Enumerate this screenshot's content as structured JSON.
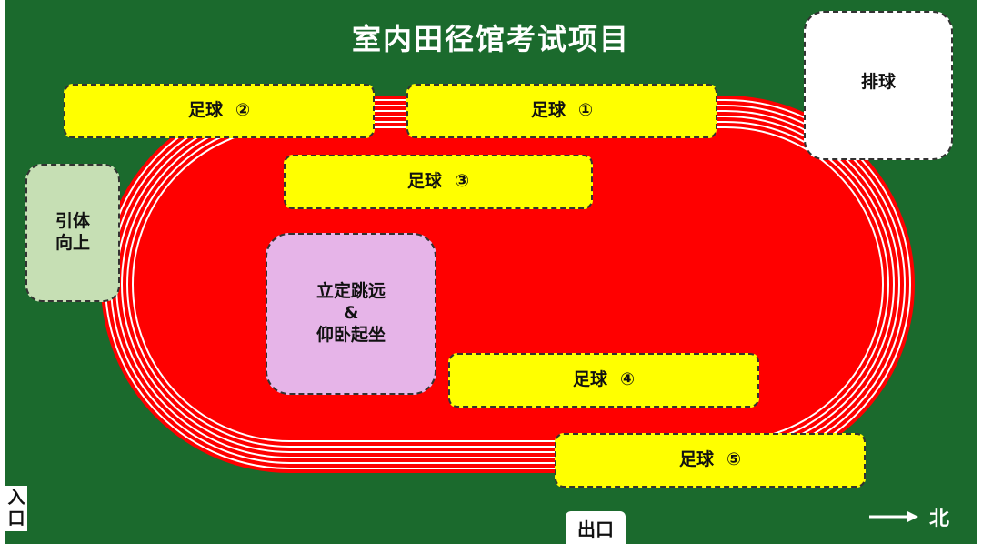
{
  "title": "室内田径馆考试项目",
  "zones": {
    "football_1": {
      "name": "足球",
      "num": "①"
    },
    "football_2": {
      "name": "足球",
      "num": "②"
    },
    "football_3": {
      "name": "足球",
      "num": "③"
    },
    "football_4": {
      "name": "足球",
      "num": "④"
    },
    "football_5": {
      "name": "足球",
      "num": "⑤"
    },
    "volleyball": "排球",
    "pullup": {
      "line1": "引体",
      "line2": "向上"
    },
    "jump_situp": {
      "line1": "立定跳远",
      "line2": "&",
      "line3": "仰卧起坐"
    }
  },
  "entrance": {
    "char1": "入",
    "char2": "口"
  },
  "exit": "出口",
  "compass": {
    "label": "北",
    "icon": "arrow-right-icon"
  },
  "colors": {
    "field": "#1b6a2d",
    "track": "#ff0000",
    "zone_yellow": "#ffff00",
    "pullup": "#c6dfb4",
    "jump": "#e6b4e8"
  }
}
